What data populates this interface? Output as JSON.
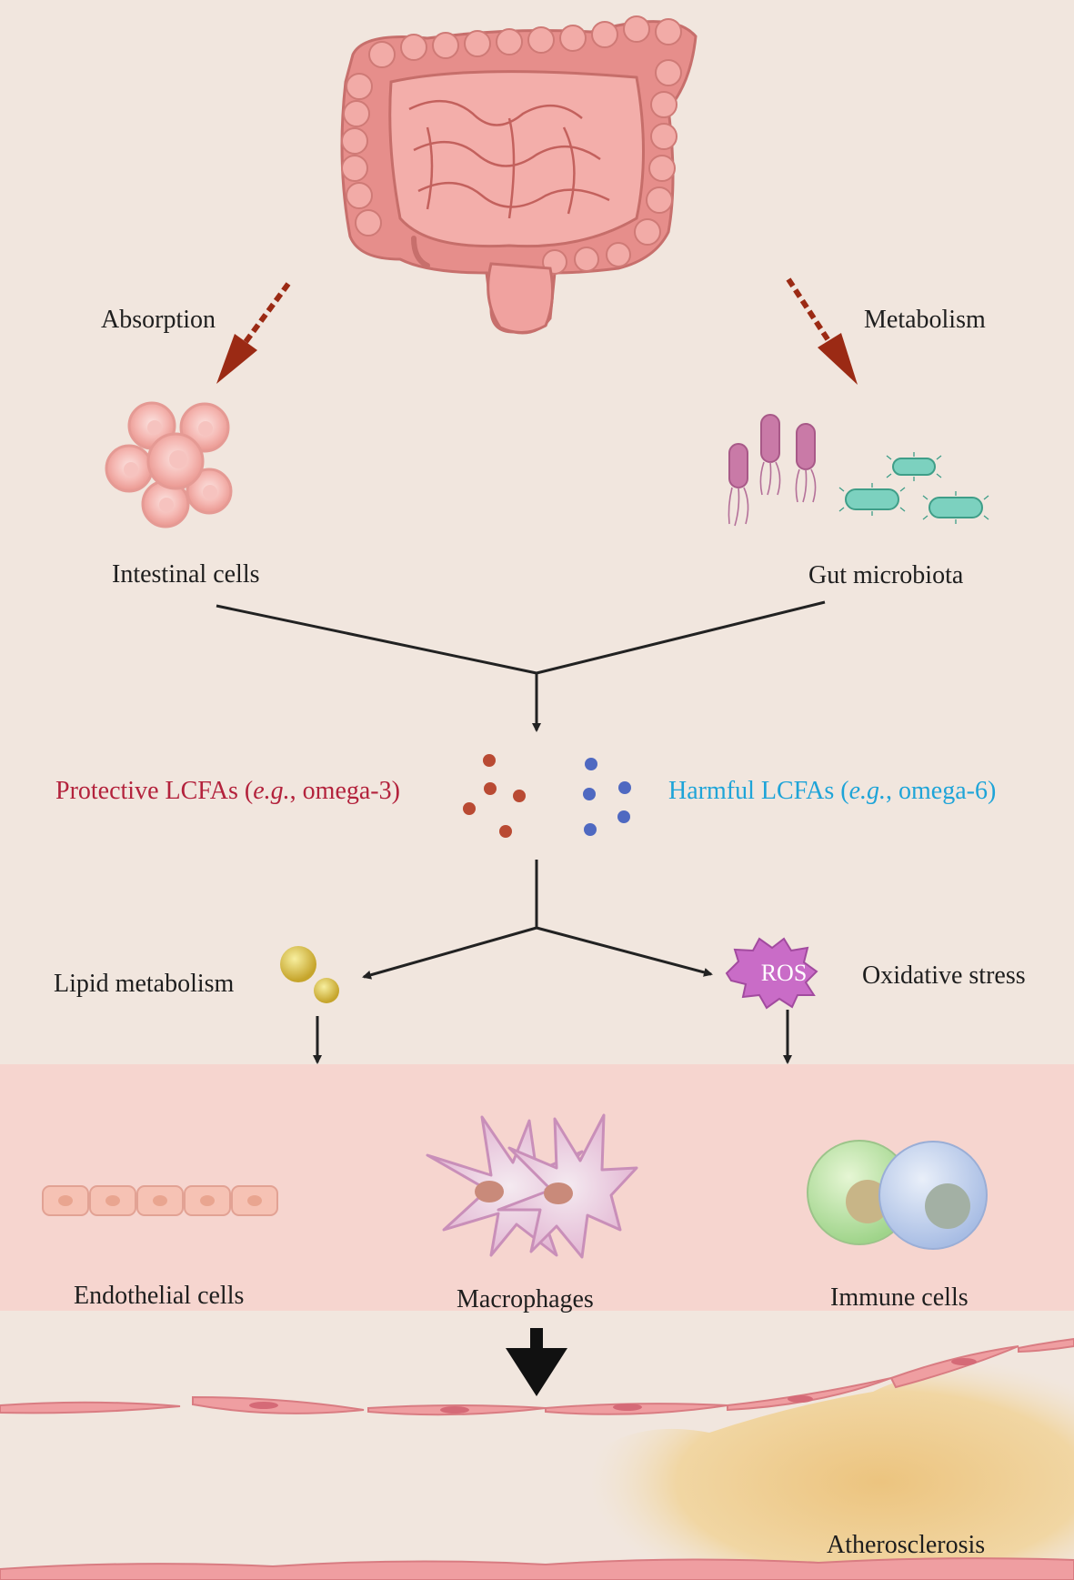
{
  "labels": {
    "absorption": "Absorption",
    "metabolism": "Metabolism",
    "intestinal_cells": "Intestinal cells",
    "gut_microbiota": "Gut microbiota",
    "protective_prefix": "Protective LCFAs (",
    "protective_eg": "e.g.",
    "protective_suffix": ", omega-3)",
    "harmful_prefix": "Harmful LCFAs (",
    "harmful_eg": "e.g.",
    "harmful_suffix": ", omega-6)",
    "lipid_metabolism": "Lipid metabolism",
    "oxidative_stress": "Oxidative stress",
    "ros": "ROS",
    "endothelial_cells": "Endothelial cells",
    "macrophages": "Macrophages",
    "immune_cells": "Immune cells",
    "atherosclerosis": "Atherosclerosis"
  },
  "colors": {
    "background": "#f1e6de",
    "band": "#f6d5cf",
    "protective": "#b3223c",
    "harmful": "#1ea4d8",
    "arrow_dashed": "#9b2a14",
    "line": "#222222"
  },
  "icons": [
    "intestine-icon",
    "intestinal-cells-icon",
    "gut-microbiota-icon",
    "lipid-droplet-icon",
    "ros-burst-icon",
    "endothelial-cells-icon",
    "macrophage-icon",
    "immune-cells-icon"
  ]
}
